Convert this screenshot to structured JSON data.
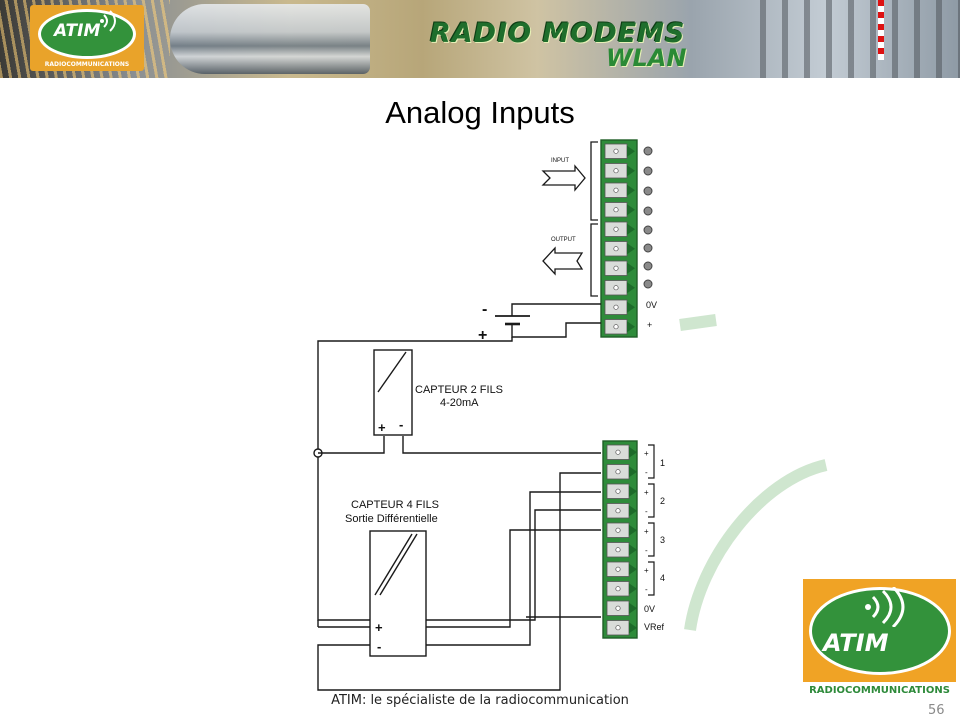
{
  "banner": {
    "title": "RADIO MODEMS",
    "subtitle": "WLAN",
    "logo_text": "ATIM",
    "logo_caption": "RADIOCOMMUNICATIONS"
  },
  "slide": {
    "title": "Analog Inputs",
    "footer": "ATIM: le spécialiste de la radiocommunication",
    "page_number": "56"
  },
  "diagram": {
    "input_label": "INPUT",
    "output_label": "OUTPUT",
    "power_minus": "-",
    "power_plus": "+",
    "top_block_0v": "0V",
    "top_block_plus": "+",
    "sensor2": {
      "line1": "CAPTEUR 2 FILS",
      "line2": "4-20mA",
      "plus": "+",
      "minus": "-"
    },
    "sensor4": {
      "line1": "CAPTEUR 4 FILS",
      "line2": "Sortie Différentielle",
      "plus": "+",
      "minus": "-"
    },
    "channels": [
      {
        "number": "1",
        "plus": "+",
        "minus": "-"
      },
      {
        "number": "2",
        "plus": "+",
        "minus": "-"
      },
      {
        "number": "3",
        "plus": "+",
        "minus": "-"
      },
      {
        "number": "4",
        "plus": "+",
        "minus": "-"
      }
    ],
    "bottom_0v": "0V",
    "bottom_vref": "VRef"
  },
  "logo": {
    "text": "ATIM",
    "caption": "RADIOCOMMUNICATIONS"
  },
  "colors": {
    "terminal_green": "#2e8b3a",
    "wire": "#1a1a1a",
    "decor_arc": "#cfe6cf",
    "logo_orange": "#f0a325",
    "logo_green": "#33923b"
  }
}
